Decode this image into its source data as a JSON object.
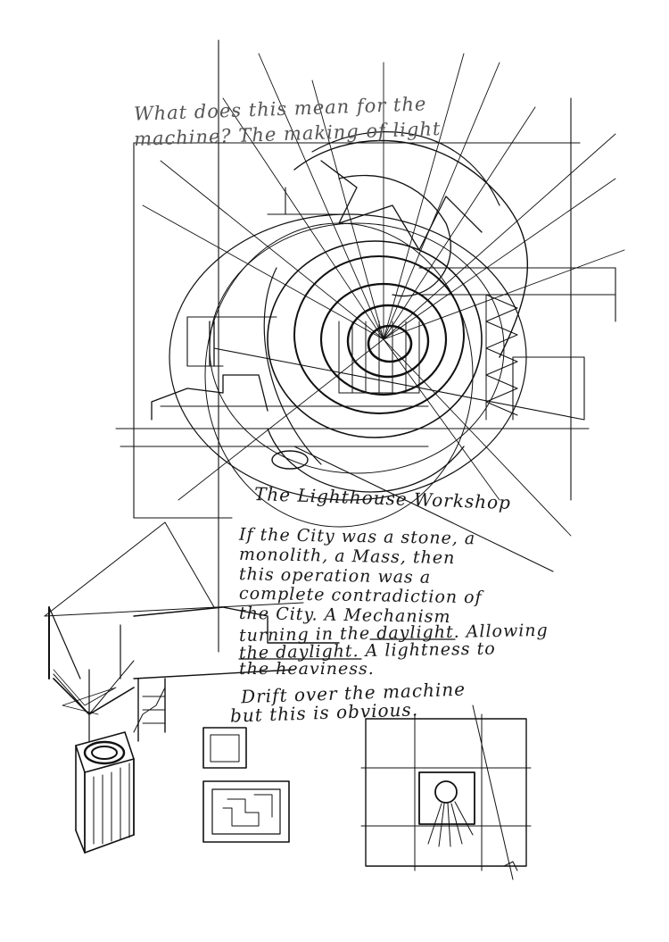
{
  "notes": {
    "question_line1": "What does this mean for the",
    "question_line2": "machine? The making of light",
    "workshop_title": "The Lighthouse Workshop",
    "para": [
      "If the City was a stone, a",
      "monolith, a Mass, then",
      "this operation was a",
      "complete contradiction of",
      "the City. A Mechanism",
      "turning in the daylight. Allowing",
      "the daylight. A lightness to",
      "the heaviness."
    ],
    "closing_line1": "Drift over the machine",
    "closing_line2": "but this is obvious."
  },
  "colors": {
    "ink": "#111111",
    "paper": "#ffffff",
    "pencil": "#555555"
  }
}
